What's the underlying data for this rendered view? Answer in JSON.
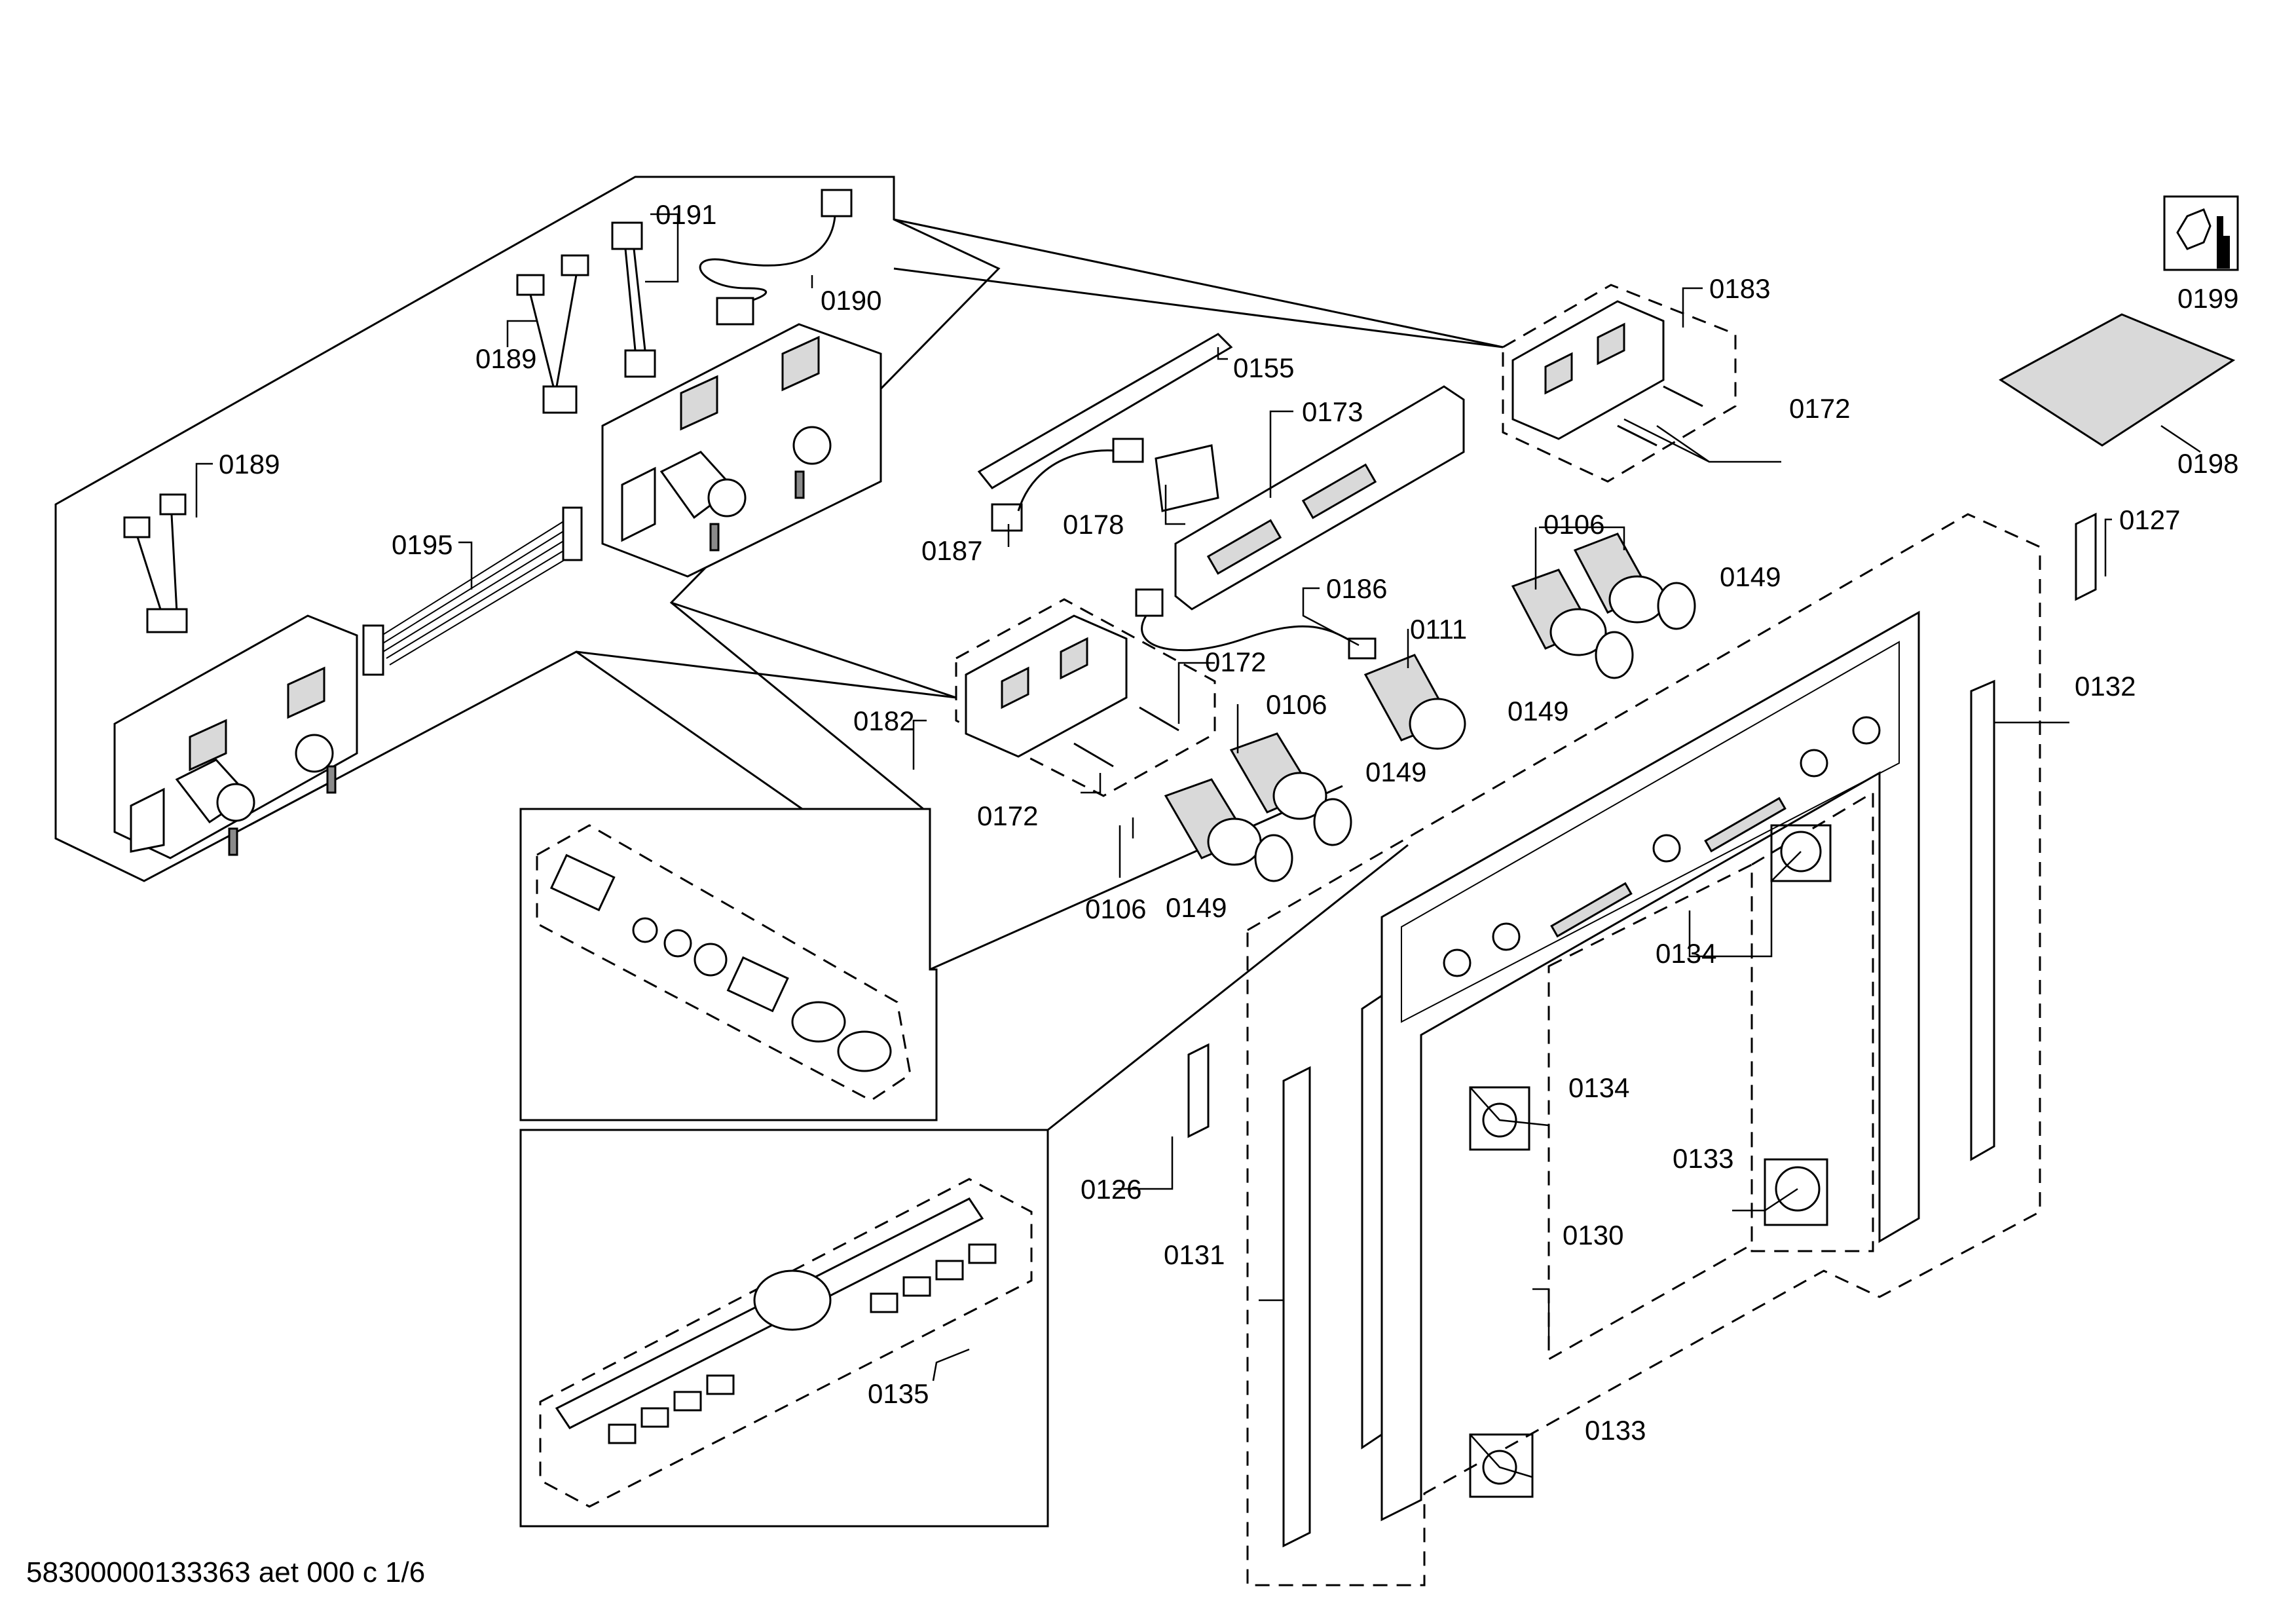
{
  "labels": {
    "p0191": "0191",
    "p0190": "0190",
    "p0189a": "0189",
    "p0189b": "0189",
    "p0195": "0195",
    "p0155": "0155",
    "p0173": "0173",
    "p0178": "0178",
    "p0187": "0187",
    "p0183": "0183",
    "p0172a": "0172",
    "p0172b": "0172",
    "p0172c": "0172",
    "p0186": "0186",
    "p0111": "0111",
    "p0106a": "0106",
    "p0106b": "0106",
    "p0106c": "0106",
    "p0149a": "0149",
    "p0149b": "0149",
    "p0149c": "0149",
    "p0149d": "0149",
    "p0182": "0182",
    "p0199": "0199",
    "p0198": "0198",
    "p0127": "0127",
    "p0132": "0132",
    "p0134a": "0134",
    "p0134b": "0134",
    "p0133a": "0133",
    "p0133b": "0133",
    "p0130": "0130",
    "p0131": "0131",
    "p0126": "0126",
    "p0135": "0135"
  },
  "footer": "58300000133363 aet 000 c 1/6",
  "icons": [
    "tool-wrench-icon"
  ]
}
